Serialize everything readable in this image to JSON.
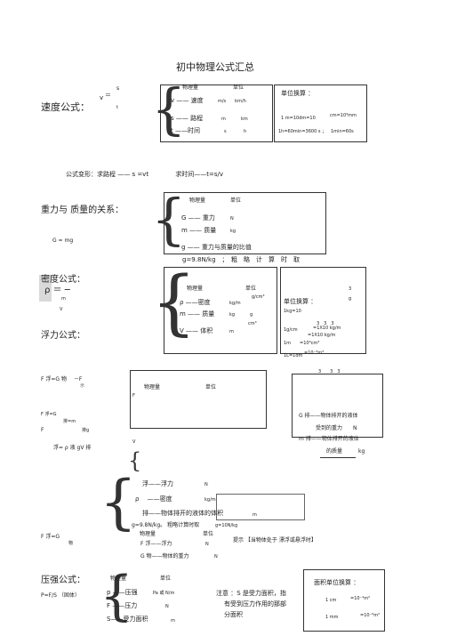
{
  "title": "初中物理公式汇总",
  "speed": {
    "heading": "速度公式：",
    "formula_v": "v",
    "formula_eq": "＝",
    "formula_s": "s",
    "formula_t": "t",
    "col_quantity": "物理量",
    "col_unit": "单位",
    "row_v": "v —— 速度",
    "row_v_units": "m/s　　km/h",
    "row_s": "s —— 路程",
    "row_s_unit1": "m",
    "row_s_unit2": "km",
    "row_t": "t ——时间",
    "row_t_unit1": "s",
    "row_t_unit2": "h",
    "conv_title": "单位换算 ：",
    "conv_1": "1 m=10dm=10",
    "conv_2": "cm=10³mm",
    "conv_3": "1h=60min=3600 s ；",
    "conv_4": "1min=60s",
    "transform": "公式变形：求路程 ——  s  =vt　　　　 求时间——t=s/v"
  },
  "gravity": {
    "heading": "重力与 质量的关系：",
    "formula": "G = mg",
    "col_quantity": "物理量",
    "col_unit": "单位",
    "row_G": "G —— 重力",
    "row_G_unit": "N",
    "row_m": "m —— 质量",
    "row_m_unit": "kg",
    "row_g": "g —— 重力与质量的比值",
    "note": "g=9.8N/kg　；　粗　略　计　算　时　取"
  },
  "density": {
    "heading": "密度公式：",
    "rho": "ρ ＝ ─",
    "m": "m",
    "V": "V",
    "col_quantity": "物理量",
    "col_unit": "单位",
    "unit_top": "g/cm³",
    "row_rho": "ρ ——密度",
    "row_rho_unit": "kg/m",
    "row_m": "m —— 质量",
    "row_m_unit1": "kg",
    "row_m_unit2": "g",
    "row_m_unit3": "cm³",
    "row_V": "V —— 体积",
    "row_V_unit": "m",
    "conv_title": "单位换算 ：",
    "conv_1": "1kg=10",
    "conv_g": "g",
    "conv_2": "1g/cm",
    "conv_3": "=1X10 kg/m",
    "conv_3b": "=1X10 kg/m",
    "conv_4": "1m　　=10⁶cm³",
    "conv_5": "1L=1dm",
    "conv_6": "=10⁻³m³",
    "sup_3": "3",
    "sup_3b": "3　3　3"
  },
  "buoyancy": {
    "heading": "浮力公式：",
    "f1": "F  浮=G 物　 －F",
    "f1_sub": "示",
    "f2": "F  浮=G",
    "f2_sub": "排=m",
    "f3": "F",
    "f3_sub": "排g",
    "f4": "浮= ρ  液 gV  排",
    "col_quantity": "物理量",
    "col_unit": "单位",
    "row_F_label": "F",
    "row_V_label": "V",
    "side_1": "G  排——物体排开的液体",
    "side_2": "受到的重力　　N",
    "side_3": "m  排——物体排开的液体",
    "side_4": "的质量　　　kg",
    "side_sup": "3　　3　3",
    "row_float": "浮——浮力",
    "row_float_unit": "N",
    "row_density": "ρ 　——密度",
    "row_density_unit": "kg/m",
    "row_volume": "排——物体排开的液体的体积",
    "row_volume_unit": "m",
    "note_g": "g=9.8N/kg。 粗略计算时取",
    "note_g2": "g=10N/kg",
    "col_quantity2": "物理量",
    "col_unit2": "单位",
    "f5": "F  浮=G",
    "f5_sub": "物",
    "row_F_float": "F  浮——浮力",
    "row_F_float_unit": "N",
    "row_G_obj": "G 物——物体的重力",
    "row_G_obj_unit": "N",
    "hint": "提示 【当物体处于 漂浮或悬浮时】"
  },
  "pressure": {
    "heading": "压强公式：",
    "formula": "P=F/S （固体）",
    "col_quantity": "物理量",
    "col_unit": "单位",
    "row_p": "p ——压强",
    "row_p_unit": "Pa  或  N/m",
    "row_F": "F ——压力",
    "row_F_unit": "N",
    "row_S": "S——受力面积",
    "row_S_unit": "m",
    "note_1": "注意 ：S 是受力面积，指",
    "note_2": "有受到压力作用的那部",
    "note_3": "分面积",
    "area_title": "面积单位换算 ：",
    "area_1": "1 cm",
    "area_1v": "=10⁻⁴m²",
    "area_2": "1 mm",
    "area_2v": "=10⁻⁶m²"
  }
}
